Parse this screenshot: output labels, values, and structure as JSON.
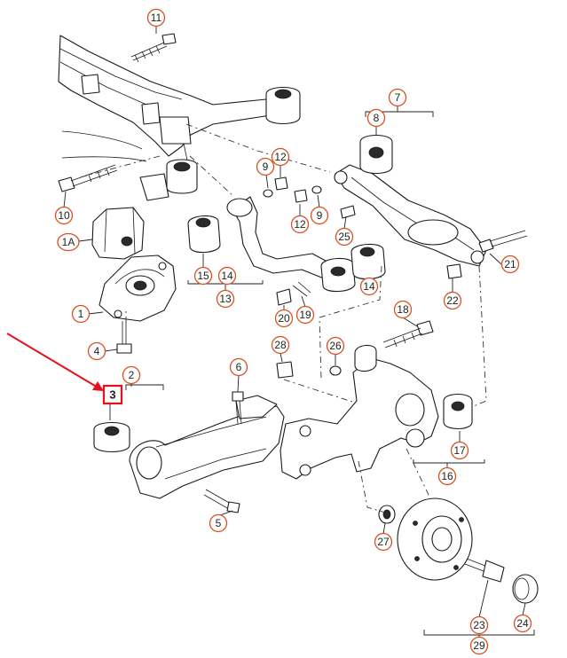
{
  "diagram": {
    "callouts": [
      {
        "id": "c11",
        "label": "11"
      },
      {
        "id": "c7",
        "label": "7"
      },
      {
        "id": "c8",
        "label": "8"
      },
      {
        "id": "c9a",
        "label": "9"
      },
      {
        "id": "c12a",
        "label": "12"
      },
      {
        "id": "c10",
        "label": "10"
      },
      {
        "id": "c12b",
        "label": "12"
      },
      {
        "id": "c9b",
        "label": "9"
      },
      {
        "id": "c25",
        "label": "25"
      },
      {
        "id": "c1A",
        "label": "1A"
      },
      {
        "id": "c21",
        "label": "21"
      },
      {
        "id": "c15",
        "label": "15"
      },
      {
        "id": "c14a",
        "label": "14"
      },
      {
        "id": "c13",
        "label": "13"
      },
      {
        "id": "c14b",
        "label": "14"
      },
      {
        "id": "c22",
        "label": "22"
      },
      {
        "id": "c1",
        "label": "1"
      },
      {
        "id": "c20",
        "label": "20"
      },
      {
        "id": "c19",
        "label": "19"
      },
      {
        "id": "c18",
        "label": "18"
      },
      {
        "id": "c4",
        "label": "4"
      },
      {
        "id": "c28",
        "label": "28"
      },
      {
        "id": "c26",
        "label": "26"
      },
      {
        "id": "c2",
        "label": "2"
      },
      {
        "id": "c6",
        "label": "6"
      },
      {
        "id": "c17",
        "label": "17"
      },
      {
        "id": "c16",
        "label": "16"
      },
      {
        "id": "c5",
        "label": "5"
      },
      {
        "id": "c27",
        "label": "27"
      },
      {
        "id": "c23",
        "label": "23"
      },
      {
        "id": "c24",
        "label": "24"
      },
      {
        "id": "c29",
        "label": "29"
      }
    ],
    "highlight": {
      "label": "3",
      "box_color": "#e8101a",
      "arrow_color": "#e8101a"
    },
    "colors": {
      "callout_ring": "#d9501e",
      "line": "#1a1a1a",
      "background": "#ffffff"
    }
  }
}
